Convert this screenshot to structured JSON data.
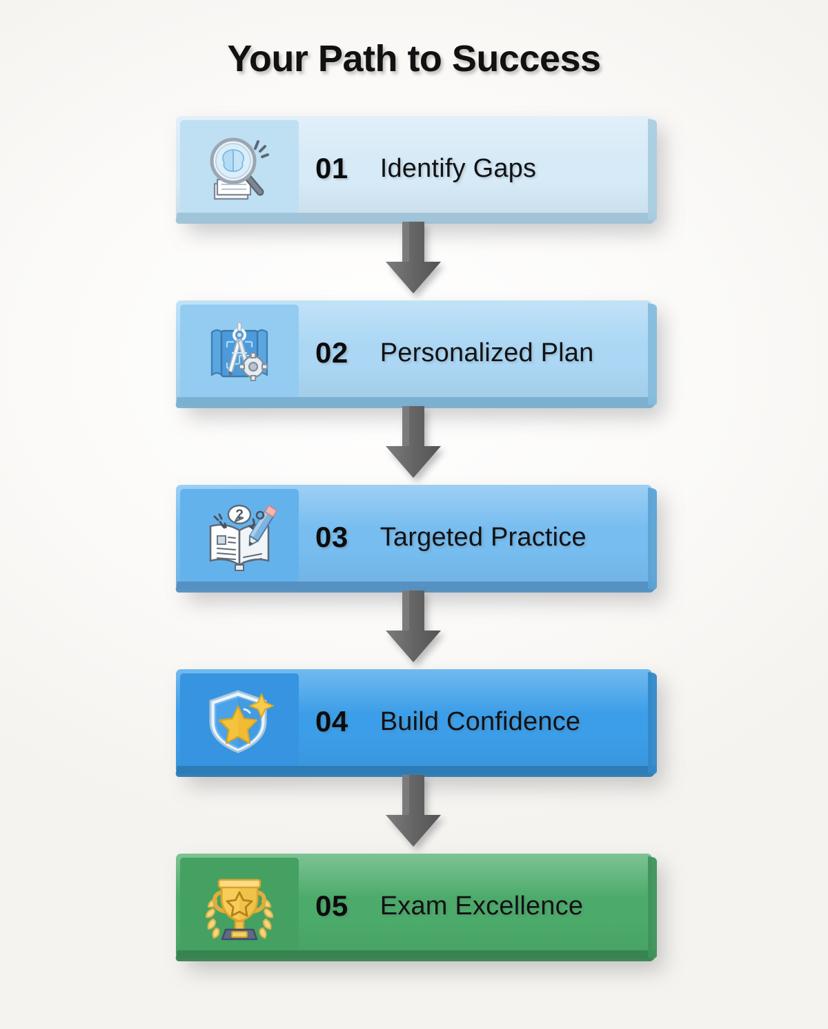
{
  "page": {
    "title": "Your Path to Success",
    "background_color": "#fbfaf8",
    "arrow_color": "#6b6b6b",
    "connector_icon": "down-arrow-icon"
  },
  "steps": [
    {
      "number": "01",
      "label": "Identify Gaps",
      "icon": "magnifier-brain-icon",
      "bar_color": "#d6eaf7",
      "panel_color": "#bfdff2",
      "bottom_color": "#9ec2d8",
      "right_color": "#a9cde0"
    },
    {
      "number": "02",
      "label": "Personalized Plan",
      "icon": "blueprint-compass-gear-icon",
      "bar_color": "#abd7f4",
      "panel_color": "#94ccf1",
      "bottom_color": "#79aed0",
      "right_color": "#85bcdd"
    },
    {
      "number": "03",
      "label": "Targeted Practice",
      "icon": "open-book-pencil-question-icon",
      "bar_color": "#77bdf0",
      "panel_color": "#64b2ec",
      "bottom_color": "#538fc0",
      "right_color": "#5ba3d4"
    },
    {
      "number": "04",
      "label": "Build Confidence",
      "icon": "shield-star-icon",
      "bar_color": "#3c9ee8",
      "panel_color": "#3694e0",
      "bottom_color": "#2c7ab4",
      "right_color": "#3189c9"
    },
    {
      "number": "05",
      "label": "Exam Excellence",
      "icon": "trophy-laurel-icon",
      "bar_color": "#4cab6b",
      "panel_color": "#45a162",
      "bottom_color": "#378350",
      "right_color": "#3e945b"
    }
  ]
}
